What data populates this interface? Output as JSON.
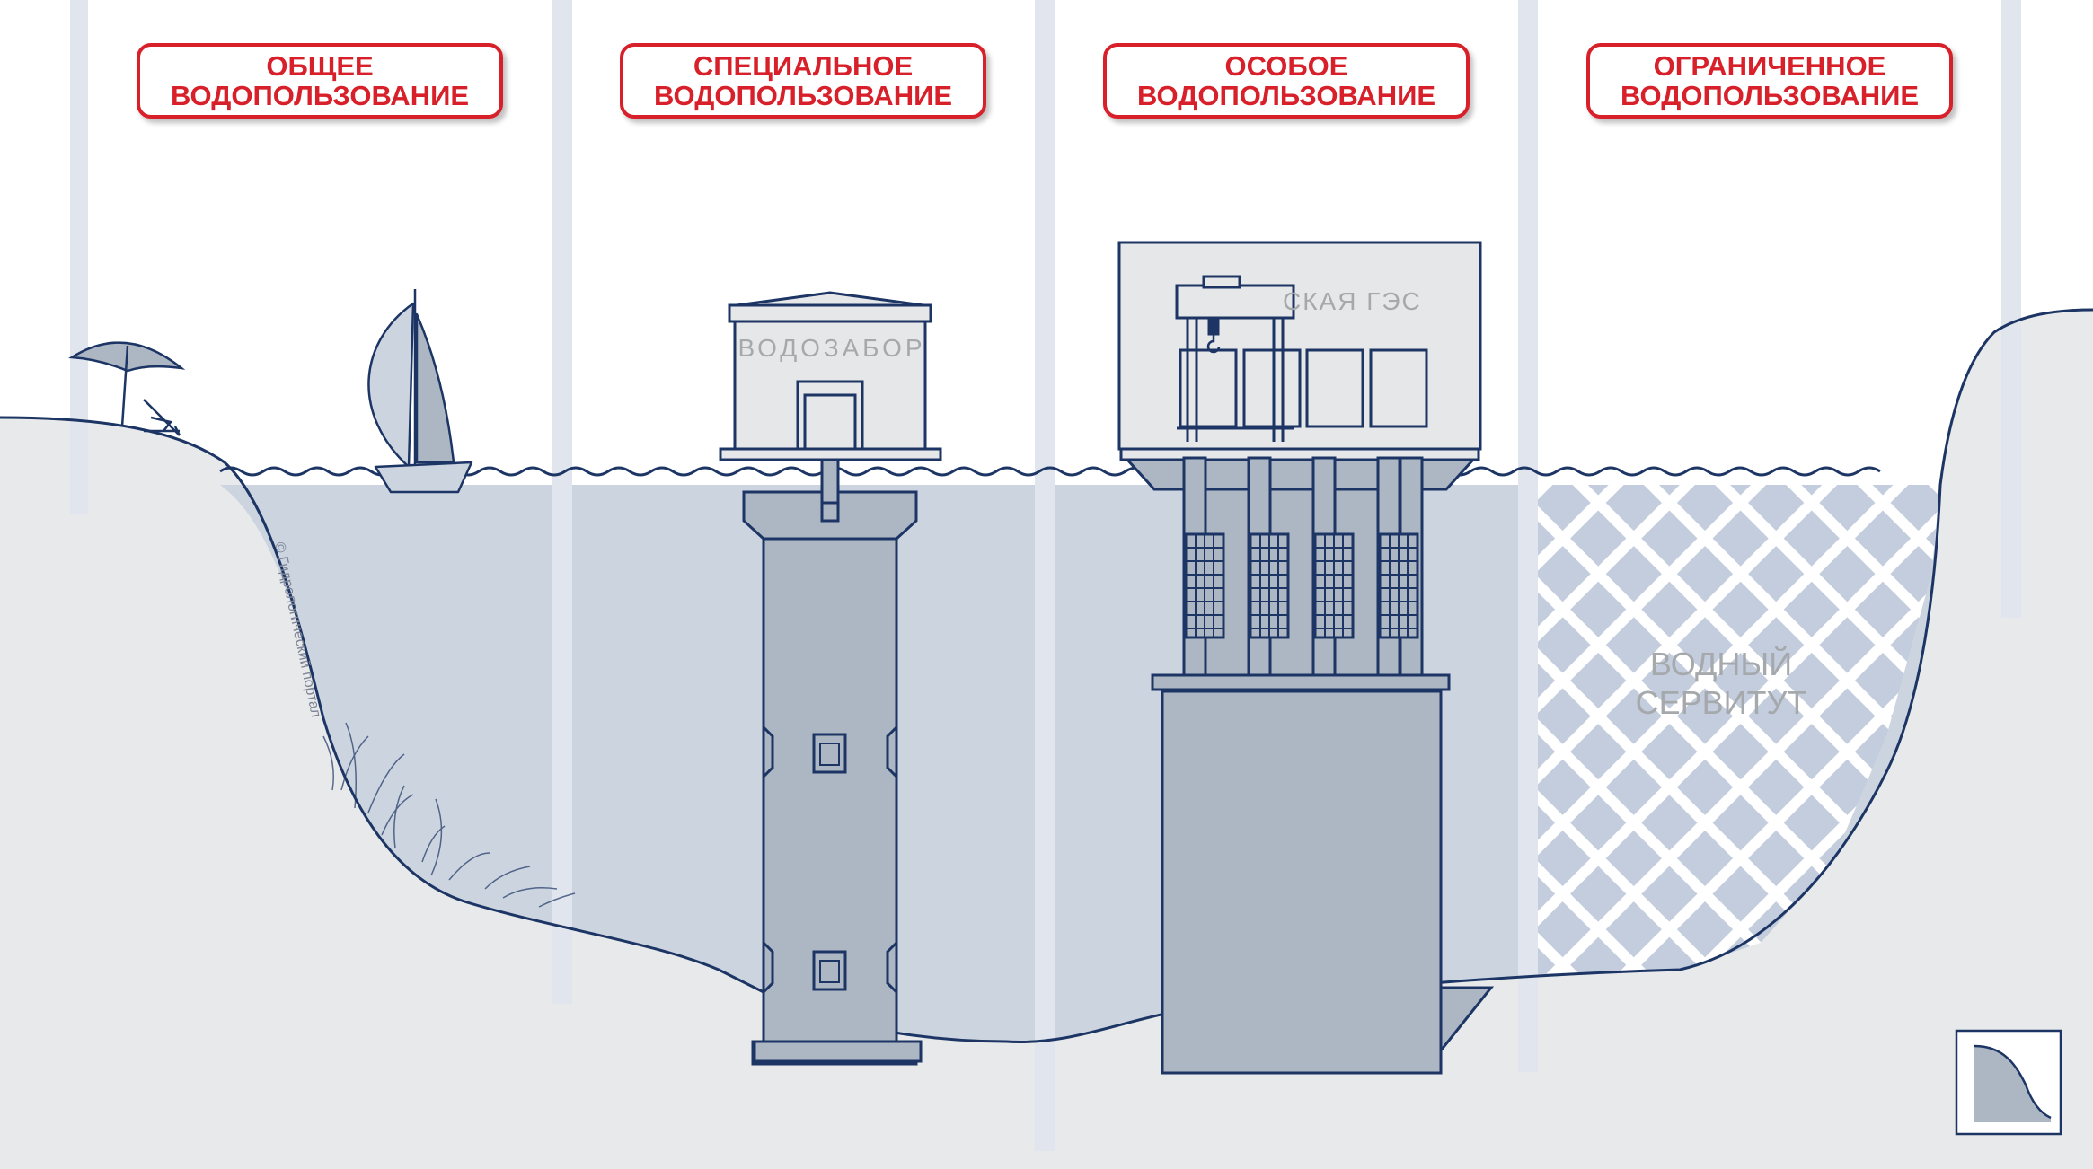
{
  "categories": [
    {
      "line1": "ОБЩЕЕ",
      "line2": "ВОДОПОЛЬЗОВАНИЕ"
    },
    {
      "line1": "СПЕЦИАЛЬНОЕ",
      "line2": "ВОДОПОЛЬЗОВАНИЕ"
    },
    {
      "line1": "ОСОБОЕ",
      "line2": "ВОДОПОЛЬЗОВАНИЕ"
    },
    {
      "line1": "ОГРАНИЧЕННОЕ",
      "line2": "ВОДОПОЛЬЗОВАНИЕ"
    }
  ],
  "intake_sign": "ВОДОЗАБОР",
  "hpp_sign": "СКАЯ ГЭС",
  "servitude": {
    "line1": "ВОДНЫЙ",
    "line2": "СЕРВИТУТ"
  },
  "copyright": "© Гидрологический портал",
  "colors": {
    "accent_red": "#d8202a",
    "outline_navy": "#1c3564",
    "water": "#ccd4e0",
    "ground": "#e7e9ea",
    "structure": "#adb7c4",
    "building": "#e6e7e8",
    "divider": "#e1e6ee"
  },
  "icons": [
    "beach-umbrella-icon",
    "sailboat-icon",
    "hydrological-portal-logo-icon"
  ]
}
